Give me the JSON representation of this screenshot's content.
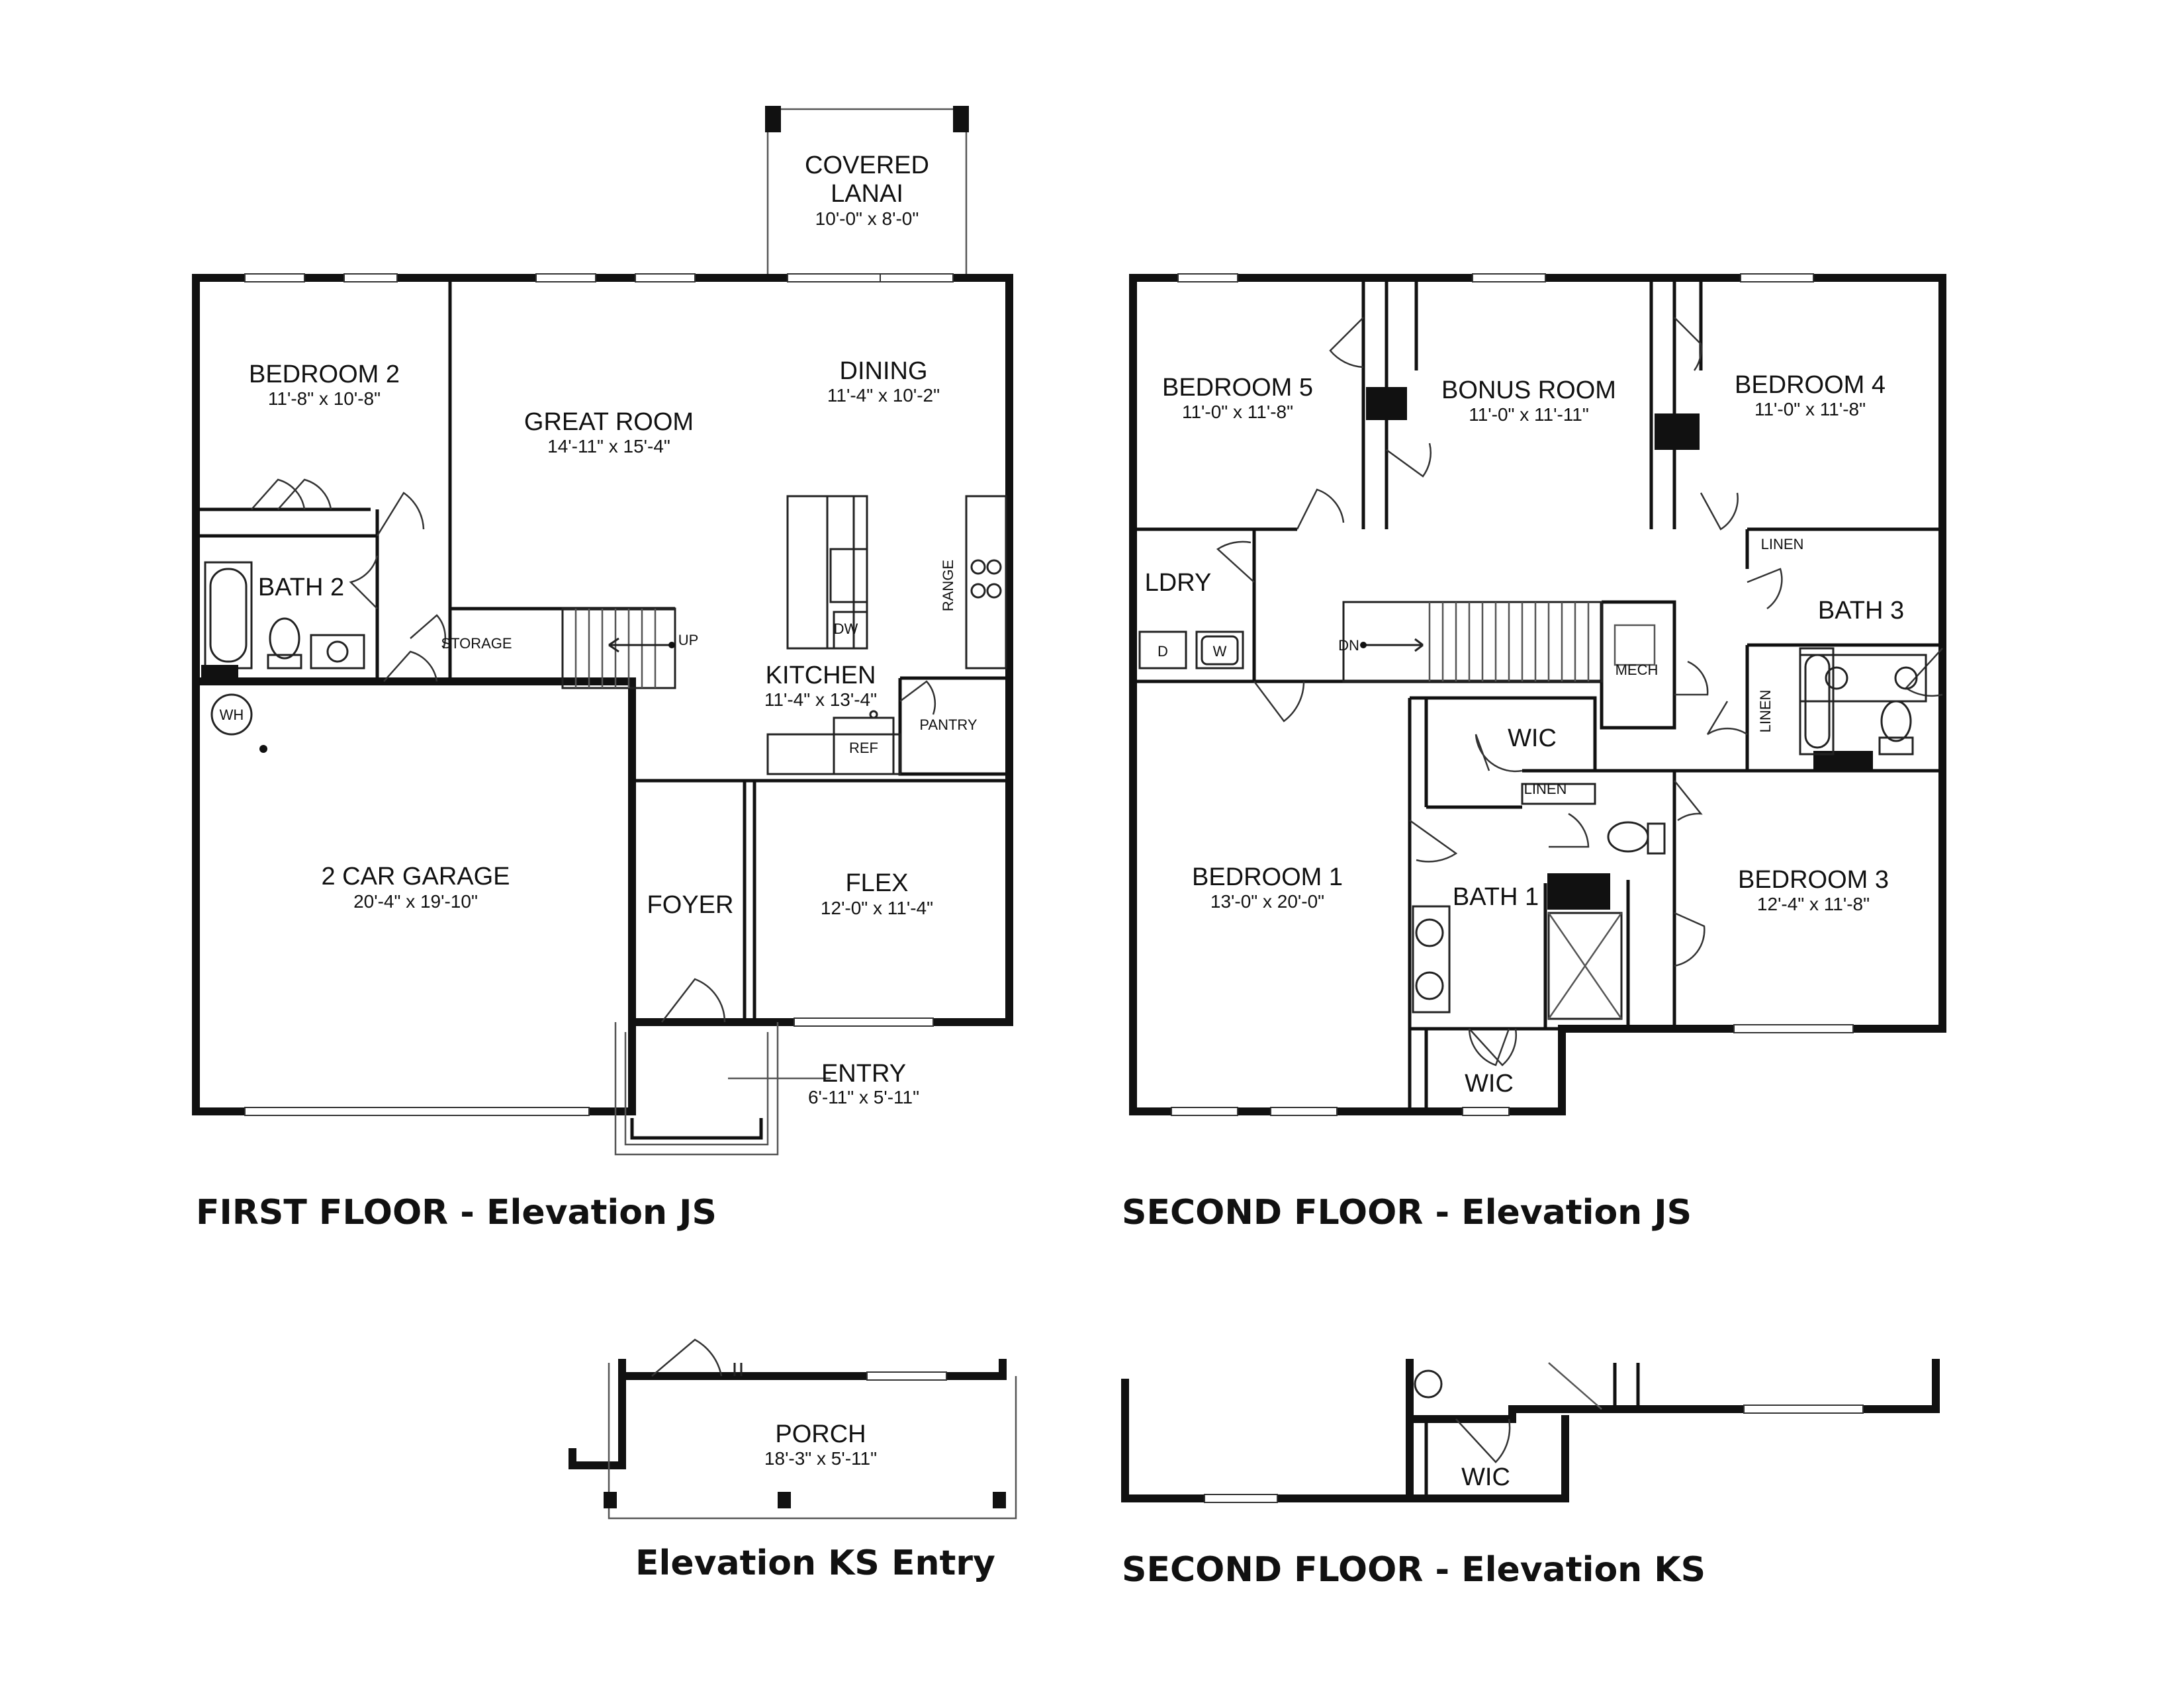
{
  "first_floor": {
    "title": "FIRST FLOOR - Elevation JS",
    "rooms": {
      "covered_lanai": {
        "name_1": "COVERED",
        "name_2": "LANAI",
        "dim": "10'-0\" x 8'-0\""
      },
      "bedroom_2": {
        "name": "BEDROOM 2",
        "dim": "11'-8\" x 10'-8\""
      },
      "great_room": {
        "name": "GREAT ROOM",
        "dim": "14'-11\" x 15'-4\""
      },
      "dining": {
        "name": "DINING",
        "dim": "11'-4\" x 10'-2\""
      },
      "bath_2": {
        "name": "BATH 2"
      },
      "kitchen": {
        "name": "KITCHEN",
        "dim": "11'-4\" x 13'-4\""
      },
      "garage": {
        "name": "2 CAR GARAGE",
        "dim": "20'-4\" x 19'-10\""
      },
      "foyer": {
        "name": "FOYER"
      },
      "flex": {
        "name": "FLEX",
        "dim": "12'-0\" x 11'-4\""
      },
      "entry": {
        "name": "ENTRY",
        "dim": "6'-11\" x 5'-11\""
      }
    },
    "labels": {
      "storage": "STORAGE",
      "up": "UP",
      "dw": "DW",
      "range": "RANGE",
      "ref": "REF",
      "pantry": "PANTRY",
      "wh": "WH"
    }
  },
  "second_floor": {
    "title": "SECOND FLOOR - Elevation JS",
    "rooms": {
      "bedroom_5": {
        "name": "BEDROOM 5",
        "dim": "11'-0\" x 11'-8\""
      },
      "bonus_room": {
        "name": "BONUS ROOM",
        "dim": "11'-0\" x 11'-11\""
      },
      "bedroom_4": {
        "name": "BEDROOM 4",
        "dim": "11'-0\" x 11'-8\""
      },
      "laundry": {
        "name": "LDRY"
      },
      "bath_3": {
        "name": "BATH 3"
      },
      "bedroom_1": {
        "name": "BEDROOM 1",
        "dim": "13'-0\" x 20'-0\""
      },
      "wic_upper": {
        "name": "WIC"
      },
      "bath_1": {
        "name": "BATH 1"
      },
      "bedroom_3": {
        "name": "BEDROOM 3",
        "dim": "12'-4\" x 11'-8\""
      },
      "wic_lower": {
        "name": "WIC"
      }
    },
    "labels": {
      "linen_top": "LINEN",
      "linen_side": "LINEN",
      "linen_wic": "LINEN",
      "mech": "MECH",
      "dn": "DN",
      "dryer": "D",
      "washer": "W"
    }
  },
  "ks_entry": {
    "title": "Elevation KS Entry",
    "porch": {
      "name": "PORCH",
      "dim": "18'-3\" x 5'-11\""
    }
  },
  "ks_second": {
    "title": "SECOND FLOOR - Elevation KS",
    "wic": {
      "name": "WIC"
    }
  }
}
